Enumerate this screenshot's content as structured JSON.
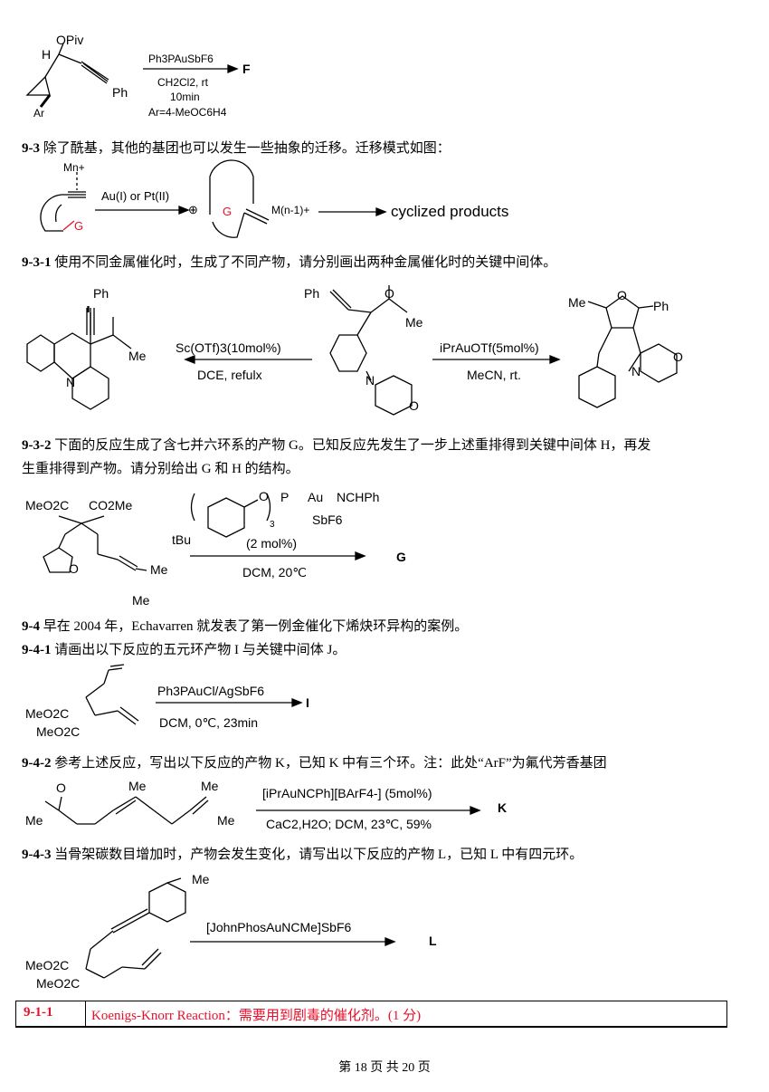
{
  "rxn_f": {
    "reagent": "Ph3PAuSbF6",
    "cond1": "CH2Cl2, rt",
    "cond2": "10min",
    "cond3": "Ar=4-MeOC6H4",
    "product": "F",
    "labels": {
      "opiv": "OPiv",
      "h": "H",
      "ph": "Ph",
      "ar": "Ar"
    }
  },
  "q93": {
    "num": "9-3",
    "text": "除了酰基，其他的基团也可以发生一些抽象的迁移。迁移模式如图：",
    "scheme": {
      "metal": "Mn+",
      "catalyst": "Au(I) or Pt(II)",
      "g": "G",
      "metal2": "M(n-1)+",
      "plus": "⊕",
      "result": "cyclized products"
    }
  },
  "q931": {
    "num": "9-3-1",
    "text": "使用不同金属催化时，生成了不同产物，请分别画出两种金属催化时的关键中间体。",
    "left_reagent": "Sc(OTf)3(10mol%)",
    "left_cond": "DCE, refulx",
    "right_reagent": "iPrAuOTf(5mol%)",
    "right_cond": "MeCN, rt.",
    "labels": {
      "ph": "Ph",
      "me": "Me",
      "o": "O",
      "n": "N"
    }
  },
  "q932": {
    "num": "9-3-2",
    "text1": "下面的反应生成了含七并六环系的产物 G。已知反应先发生了一步上述重排得到关键中间体 H，再发",
    "text2": "生重排得到产物。请分别给出 G 和 H 的结构。",
    "sm": {
      "l1": "MeO2C",
      "l2": "CO2Me",
      "o": "O",
      "me": "Me"
    },
    "catalyst": {
      "p": "P",
      "au": "Au",
      "nchph": "NCHPh",
      "sbf6": "SbF6",
      "tbu": "tBu",
      "sub": "3"
    },
    "loading": "(2 mol%)",
    "cond": "DCM, 20℃",
    "product": "G"
  },
  "q94": {
    "num": "9-4",
    "text": "早在 2004 年，Echavarren 就发表了第一例金催化下烯炔环异构的案例。"
  },
  "q941": {
    "num": "9-4-1",
    "text": "请画出以下反应的五元环产物 I 与关键中间体 J。",
    "reagent": "Ph3PAuCl/AgSbF6",
    "cond": "DCM, 0℃, 23min",
    "product": "I",
    "sm": [
      "MeO2C",
      "MeO2C"
    ]
  },
  "q942": {
    "num": "9-4-2",
    "text": "参考上述反应，写出以下反应的产物 K，已知 K 中有三个环。注：此处“ArF”为氟代芳香基团",
    "reagent": "[iPrAuNCPh][BArF4-] (5mol%)",
    "cond": "CaC2,H2O; DCM, 23℃, 59%",
    "product": "K",
    "labels": {
      "o": "O",
      "me": "Me"
    }
  },
  "q943": {
    "num": "9-4-3",
    "text": "当骨架碳数目增加时，产物会发生变化，请写出以下反应的产物 L，已知 L 中有四元环。",
    "reagent": "[JohnPhosAuNCMe]SbF6",
    "product": "L",
    "labels": {
      "me": "Me",
      "e1": "MeO2C",
      "e2": "MeO2C"
    }
  },
  "answer": {
    "num": "9-1-1",
    "text": "Koenigs-Knorr Reaction：需要用到剧毒的催化剂。(1 分)"
  },
  "footer": "第 18 页 共 20 页"
}
